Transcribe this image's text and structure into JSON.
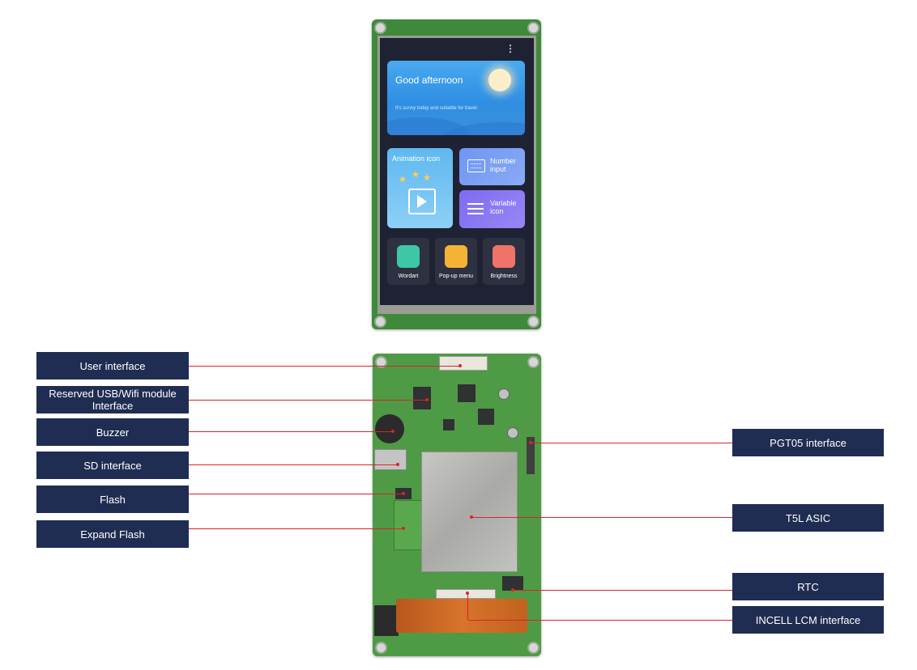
{
  "device_screen": {
    "greeting": "Good afternoon",
    "greeting_sub": "It's sunny today and suitable for travel.",
    "cards": {
      "animation": "Animation icon",
      "number_input": "Number input",
      "variable_icon": "Variable icon"
    },
    "tiles": [
      {
        "label": "Wordart",
        "color": "#3ec7a6"
      },
      {
        "label": "Pop-up menu",
        "color": "#f5b335"
      },
      {
        "label": "Brightness",
        "color": "#f0736a"
      }
    ]
  },
  "callouts": {
    "left": [
      "User interface",
      "Reserved USB/Wifi module Interface",
      "Buzzer",
      "SD interface",
      "Flash",
      "Expand Flash"
    ],
    "right": [
      "PGT05 interface",
      "T5L ASIC",
      "RTC",
      "INCELL LCM interface"
    ]
  },
  "colors": {
    "label_bg": "#1f2d52",
    "leader_line": "#d7252b",
    "pcb": "#4f9a45"
  }
}
